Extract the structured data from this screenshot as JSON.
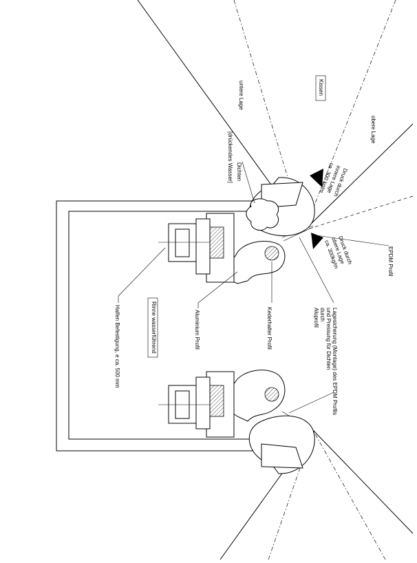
{
  "labels": {
    "kissen": "Kissen",
    "obere_lage": "obere Lage",
    "untere_lage": "untere Lage",
    "dichten_1": "Dichten",
    "dichten_2": "[drückendes Wasser]",
    "druck_innen_1": "Druck durch",
    "druck_innen_2": "innere Lage",
    "druck_innen_3": "ca. 300 kg/m",
    "druck_obere_1": "Druck durch",
    "druck_obere_2": "obere Lage",
    "druck_obere_3": "ca. 300kg/m",
    "epdm": "EPDM Profil",
    "lagesicherung_1": "Lagesicherung (Montage) des EPDM Profils",
    "lagesicherung_2": "und Pressung für Dichten",
    "lagesicherung_3": "durch",
    "lagesicherung_4": "Aluprofil",
    "kederhalter": "Kederhalter Profil",
    "aluminium": "Aluminium Profil",
    "rinne": "Rinne wasserführend",
    "halfen": "Halfen Befestigung, e ca. 500 mm"
  }
}
